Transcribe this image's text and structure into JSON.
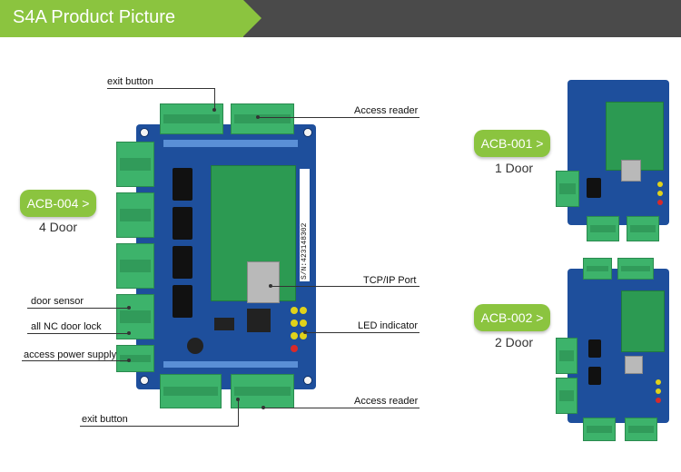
{
  "header": {
    "title": "S4A Product Picture"
  },
  "models": [
    {
      "code": "ACB-004 >",
      "doors": "4 Door"
    },
    {
      "code": "ACB-001 >",
      "doors": "1 Door"
    },
    {
      "code": "ACB-002 >",
      "doors": "2 Door"
    }
  ],
  "callouts": {
    "exit_button_top": "exit button",
    "access_reader_top": "Access reader",
    "tcp_ip_port": "TCP/IP Port",
    "led_indicator": "LED indicator",
    "access_reader_bottom": "Access reader",
    "exit_button_bottom": "exit button",
    "door_sensor": "door sensor",
    "all_nc_door_lock": "all NC door lock",
    "access_power_supply": "access power supply"
  },
  "board": {
    "serial": "S/N:423148302"
  },
  "colors": {
    "accent_green": "#8bc43f",
    "header_gray": "#4a4a4a",
    "board_blue": "#1e4f9c",
    "terminal_green": "#3db36b"
  }
}
